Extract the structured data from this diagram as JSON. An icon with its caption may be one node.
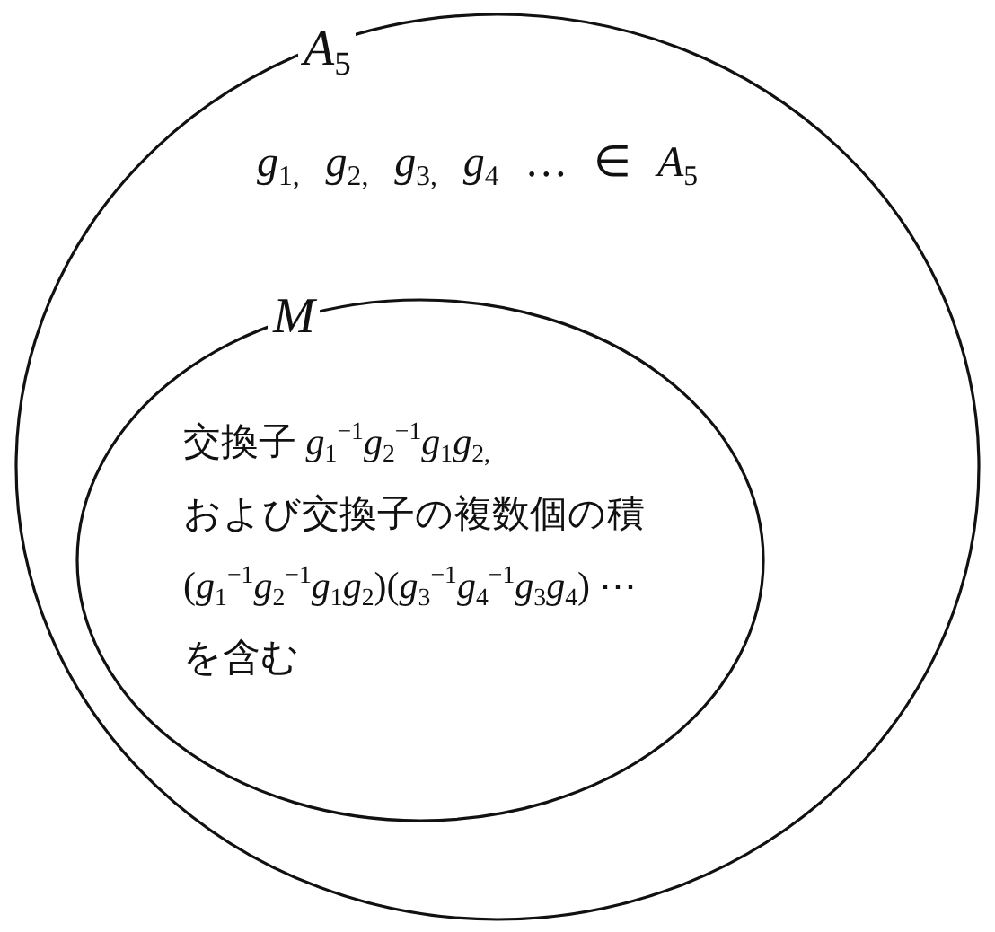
{
  "diagram": {
    "nodes": [
      {
        "text": [
          "A$_{5}$",
          "*g*$_{1,}$ *g*$_{2,}$ *g*$_{3,}$ *g*$_{4}$ … ∈ *A*$_{5}$"
        ]
      },
      {
        "text": [
          "M",
          "交換子 *g*$_{1}$$^{−1}$*g*$_{2}$$^{−1}$*g*$_{1}$*g*$_{2,}$",
          "および交換子の複数個の積",
          "(*g*$_{1}$$^{−1}$*g*$_{2}$$^{−1}$*g*$_{1}$*g*$_{2}$)(*g*$_{3}$$^{−1}$*g*$_{4}$$^{−1}$*g*$_{3}$*g*$_{4}$) ⋯",
          "を含む"
        ],
        "in": 0
      }
    ]
  }
}
